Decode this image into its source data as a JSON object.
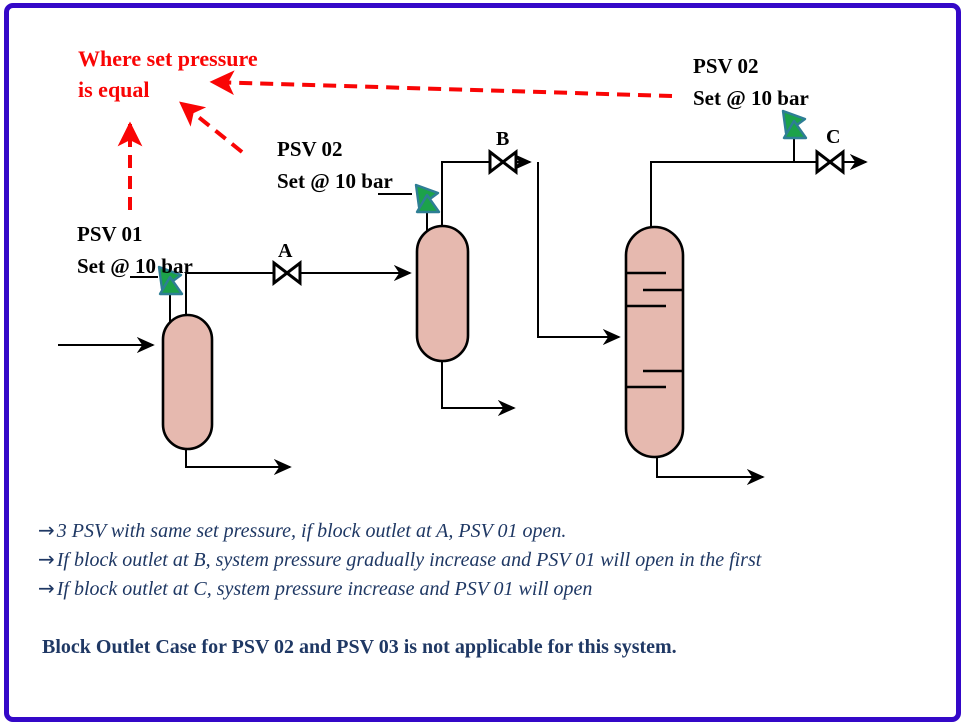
{
  "annotation": {
    "line1": "Where set pressure",
    "line2": "is equal"
  },
  "psv_labels": {
    "psv01": {
      "name": "PSV 01",
      "setting": "Set @ 10 bar"
    },
    "psv02_mid": {
      "name": "PSV 02",
      "setting": "Set @ 10 bar"
    },
    "psv02_right": {
      "name": "PSV 02",
      "setting": "Set @ 10 bar"
    }
  },
  "valve_labels": {
    "a": "A",
    "b": "B",
    "c": "C"
  },
  "notes": {
    "bullets": [
      {
        "bullet": "→",
        "text": "3 PSV with same set pressure, if block outlet at A, PSV 01 open."
      },
      {
        "bullet": "→",
        "text": "If block outlet at B, system pressure gradually increase and PSV 01 will open in the first"
      },
      {
        "bullet": "→",
        "text": "If block outlet at C, system pressure increase and PSV 01 will open"
      }
    ],
    "conclusion": "Block Outlet Case for PSV 02 and PSV 03 is not applicable for this system."
  },
  "colors": {
    "border": "#3408C8",
    "red": "#F90505",
    "navy": "#1F3864",
    "line": "#000000",
    "vessel_fill": "#E6B9AF",
    "psv_fill": "#1CA24A",
    "psv_stroke": "#2E7E95",
    "valve_fill": "#FFFFFF"
  }
}
